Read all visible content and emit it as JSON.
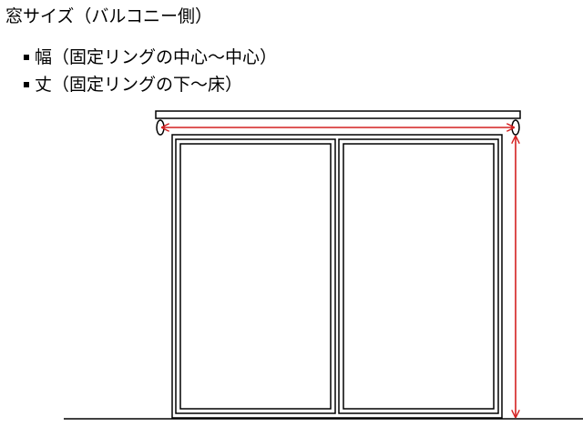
{
  "title": "窓サイズ（バルコニー側）",
  "measurements": [
    {
      "label": "幅（固定リングの中心～中心）"
    },
    {
      "label": "丈（固定リングの下～床）"
    }
  ],
  "colors": {
    "line": "#000000",
    "arrow": "#d42020",
    "background": "#ffffff"
  }
}
